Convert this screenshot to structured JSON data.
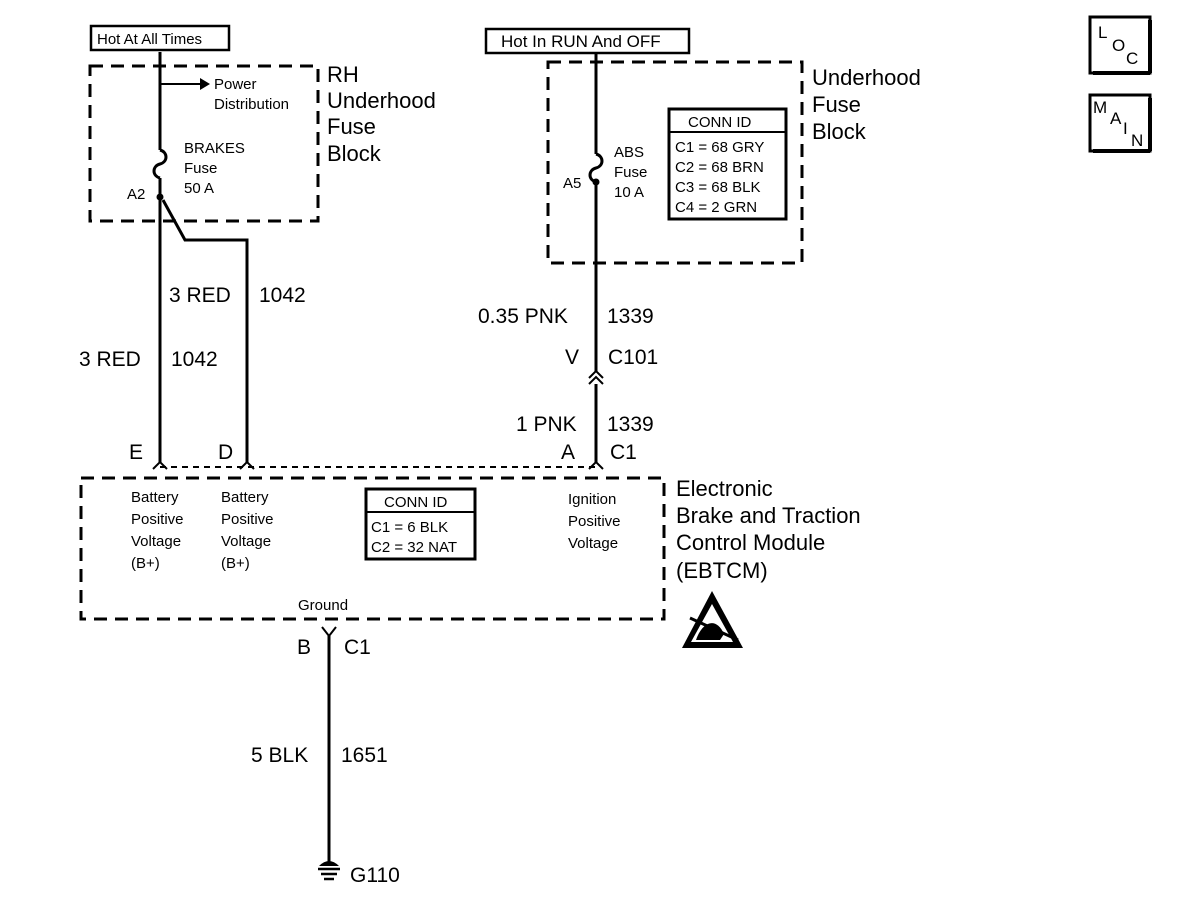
{
  "power_labels": {
    "hot_at_all_times": "Hot At All Times",
    "hot_in_run_and_off": "Hot In RUN And OFF"
  },
  "rh_fuse_block": {
    "title_line1": "RH",
    "title_line2": "Underhood",
    "title_line3": "Fuse",
    "title_line4": "Block",
    "power_dist_line1": "Power",
    "power_dist_line2": "Distribution",
    "fuse_name": "BRAKES",
    "fuse_word": "Fuse",
    "fuse_rating": "50 A",
    "terminal": "A2"
  },
  "underhood_fuse_block": {
    "title_line1": "Underhood",
    "title_line2": "Fuse",
    "title_line3": "Block",
    "fuse_name": "ABS",
    "fuse_word": "Fuse",
    "fuse_rating": "10 A",
    "terminal": "A5",
    "conn_id": {
      "header": "CONN ID",
      "rows": [
        "C1 = 68 GRY",
        "C2 = 68 BRN",
        "C3 = 68 BLK",
        "C4 = 2 GRN"
      ]
    }
  },
  "wires": {
    "red_right": {
      "gauge_color": "3 RED",
      "circuit": "1042"
    },
    "red_left": {
      "gauge_color": "3 RED",
      "circuit": "1042"
    },
    "pnk_upper": {
      "gauge_color": "0.35 PNK",
      "circuit": "1339"
    },
    "pnk_lower": {
      "gauge_color": "1 PNK",
      "circuit": "1339"
    },
    "blk_ground": {
      "gauge_color": "5 BLK",
      "circuit": "1651"
    }
  },
  "connectors": {
    "c101": {
      "pin": "V",
      "name": "C101"
    },
    "ebtcm_top": {
      "pin_e": "E",
      "pin_d": "D",
      "pin_a": "A",
      "name": "C1"
    },
    "ebtcm_bottom": {
      "pin": "B",
      "name": "C1"
    }
  },
  "ebtcm": {
    "title_line1": "Electronic",
    "title_line2": "Brake and Traction",
    "title_line3": "Control Module",
    "title_line4": "(EBTCM)",
    "pin_e_desc": [
      "Battery",
      "Positive",
      "Voltage",
      "(B+)"
    ],
    "pin_d_desc": [
      "Battery",
      "Positive",
      "Voltage",
      "(B+)"
    ],
    "ignition_desc": [
      "Ignition",
      "Positive",
      "Voltage"
    ],
    "ground_desc": "Ground",
    "conn_id": {
      "header": "CONN ID",
      "rows": [
        "C1 = 6 BLK",
        "C2 = 32 NAT"
      ]
    }
  },
  "ground": {
    "name": "G110"
  },
  "nav": {
    "loc": {
      "l1": "L",
      "l2": "O",
      "l3": "C"
    },
    "main": {
      "l1": "M",
      "l2": "A",
      "l3": "I",
      "l4": "N"
    }
  },
  "icons": {
    "esd": "esd-warning-icon",
    "ground": "ground-symbol-icon",
    "fuse": "fuse-symbol-icon"
  }
}
